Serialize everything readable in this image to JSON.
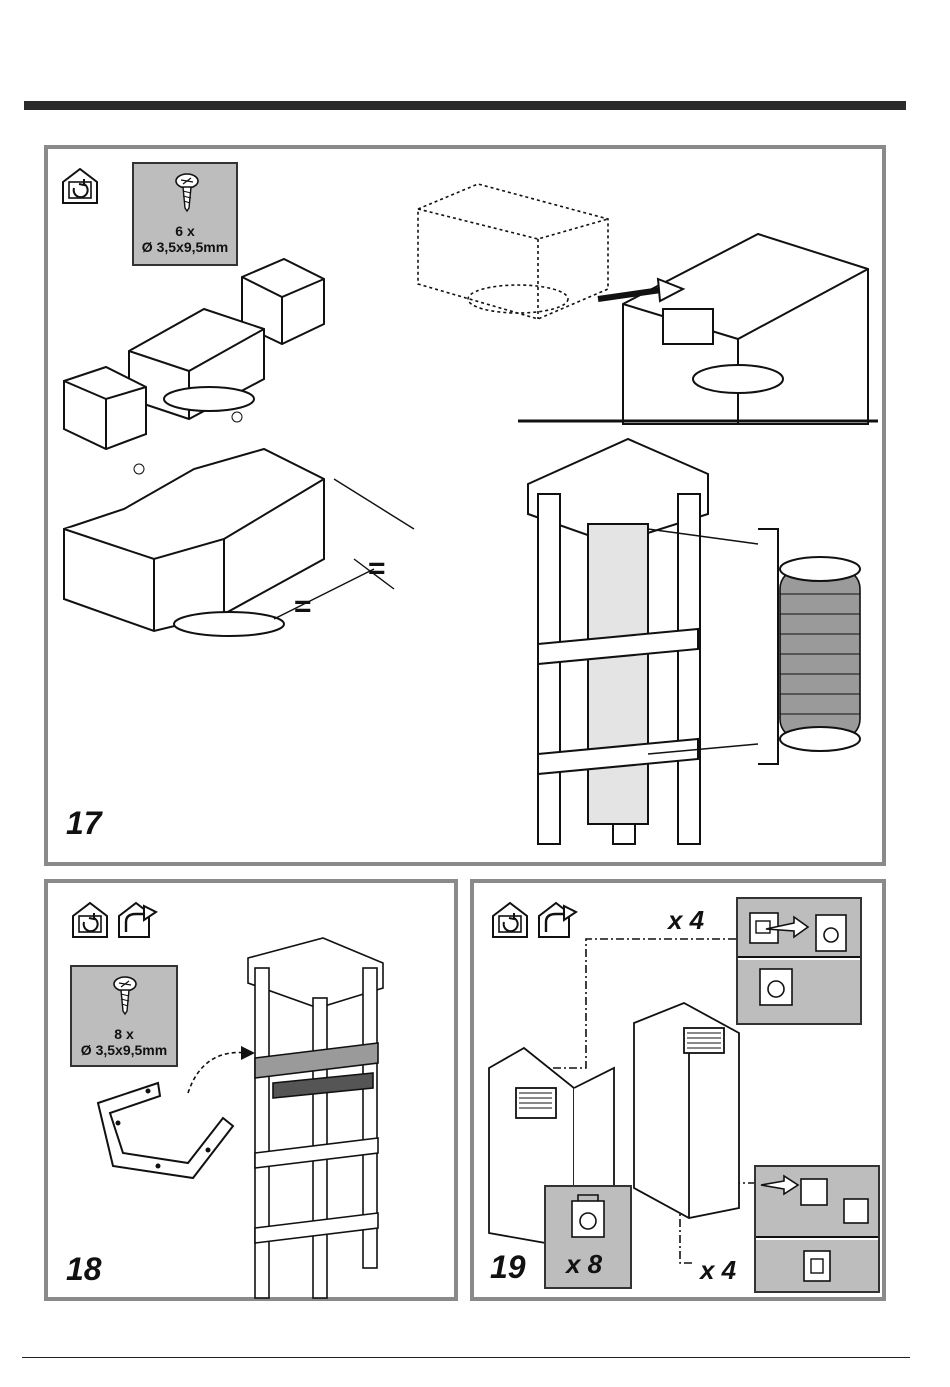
{
  "steps": {
    "s17": {
      "number": "17",
      "screws": {
        "qty": "6 x",
        "spec": "Ø 3,5x9,5mm"
      },
      "equal_a": "=",
      "equal_b": "="
    },
    "s18": {
      "number": "18",
      "screws": {
        "qty": "8 x",
        "spec": "Ø 3,5x9,5mm"
      }
    },
    "s19": {
      "number": "19",
      "clips_total": "x 8",
      "clips_top": "x 4",
      "clips_bottom": "x 4"
    }
  },
  "icons": [
    "recirculation-house-icon",
    "ducted-house-icon",
    "screw-icon",
    "clip-nut-icon"
  ],
  "colors": {
    "frame": "#8a8a8a",
    "box_fill": "#bdbdbd",
    "bar": "#2b2b2b"
  }
}
